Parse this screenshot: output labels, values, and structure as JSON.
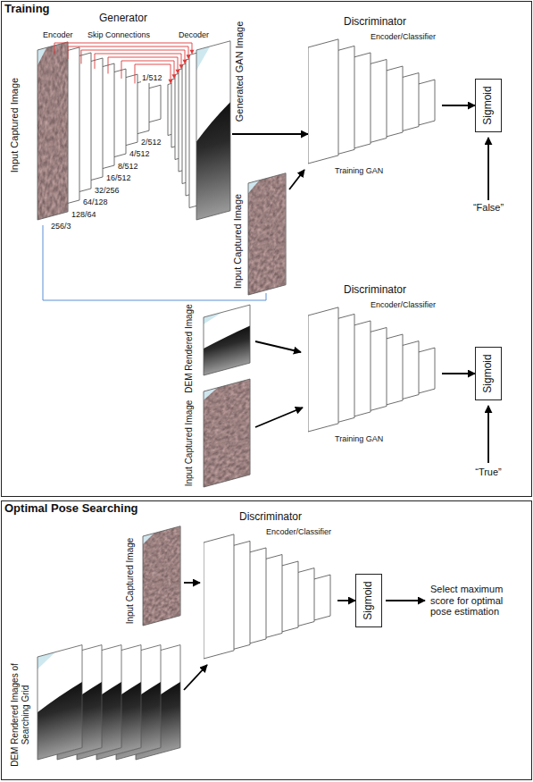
{
  "diagram": {
    "nodes": [
      {
        "text": [
          "Training"
        ]
      },
      {
        "text": [
          "Generator",
          "Encoder",
          "Skip Connections",
          "Decoder"
        ],
        "in": 0
      },
      {
        "text": [
          "Discriminator",
          "Encoder/Classifier",
          "Training GAN"
        ],
        "in": 0
      },
      {
        "text": [
          "Sigmoid"
        ],
        "in": 0
      },
      {
        "text": [
          "Discriminator",
          "Encoder/Classifier",
          "Training GAN"
        ],
        "in": 0
      },
      {
        "text": [
          "Sigmoid"
        ],
        "in": 0
      },
      {
        "text": [
          "Optimal Pose Searching"
        ]
      },
      {
        "text": [
          "Discriminator",
          "Encoder/Classifier"
        ],
        "in": 6
      },
      {
        "text": [
          "Sigmoid"
        ],
        "in": 6
      }
    ],
    "edges": [
      {
        "from": 1,
        "to": 2,
        "arrow": "to"
      },
      {
        "from": 2,
        "to": 3,
        "arrow": "to"
      },
      {
        "from": 4,
        "to": 5,
        "arrow": "to"
      },
      {
        "from": 7,
        "to": 8,
        "arrow": "to"
      }
    ],
    "labels": [
      "Input Captured Image",
      "256/3",
      "128/64",
      "64/128",
      "32/256",
      "16/512",
      "8/512",
      "4/512",
      "2/512",
      "1/512",
      "Generated GAN Image",
      "Input Captured Image",
      "“False”",
      "DEM Rendered Image",
      "Input Captured Image",
      "“True”",
      "Input Captured Image",
      "DEM Rendered Images of Searching Grid",
      "Select maximum score for optimal pose estimation"
    ]
  }
}
